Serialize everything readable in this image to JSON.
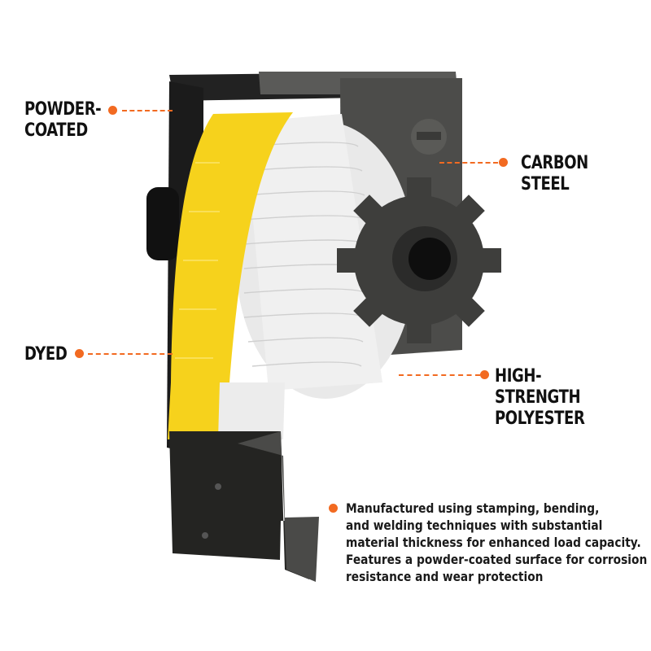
{
  "colors": {
    "accent": "#f26a21",
    "label_text": "#111111",
    "strap_yellow": "#f6d21c",
    "strap_white": "#eeeeee",
    "steel": "#4a4a48"
  },
  "callouts": {
    "powder_coated": {
      "line1": "POWDER-",
      "line2": "COATED"
    },
    "carbon_steel": {
      "line1": "CARBON",
      "line2": "STEEL"
    },
    "dyed": {
      "line1": "DYED"
    },
    "high_strength": {
      "line1": "HIGH-STRENGTH",
      "line2": "POLYESTER"
    }
  },
  "description": {
    "lines": [
      "Manufactured using stamping, bending,",
      "and welding techniques with substantial",
      "material thickness for enhanced load capacity.",
      "Features a powder-coated surface for corrosion",
      "resistance and wear protection"
    ]
  }
}
